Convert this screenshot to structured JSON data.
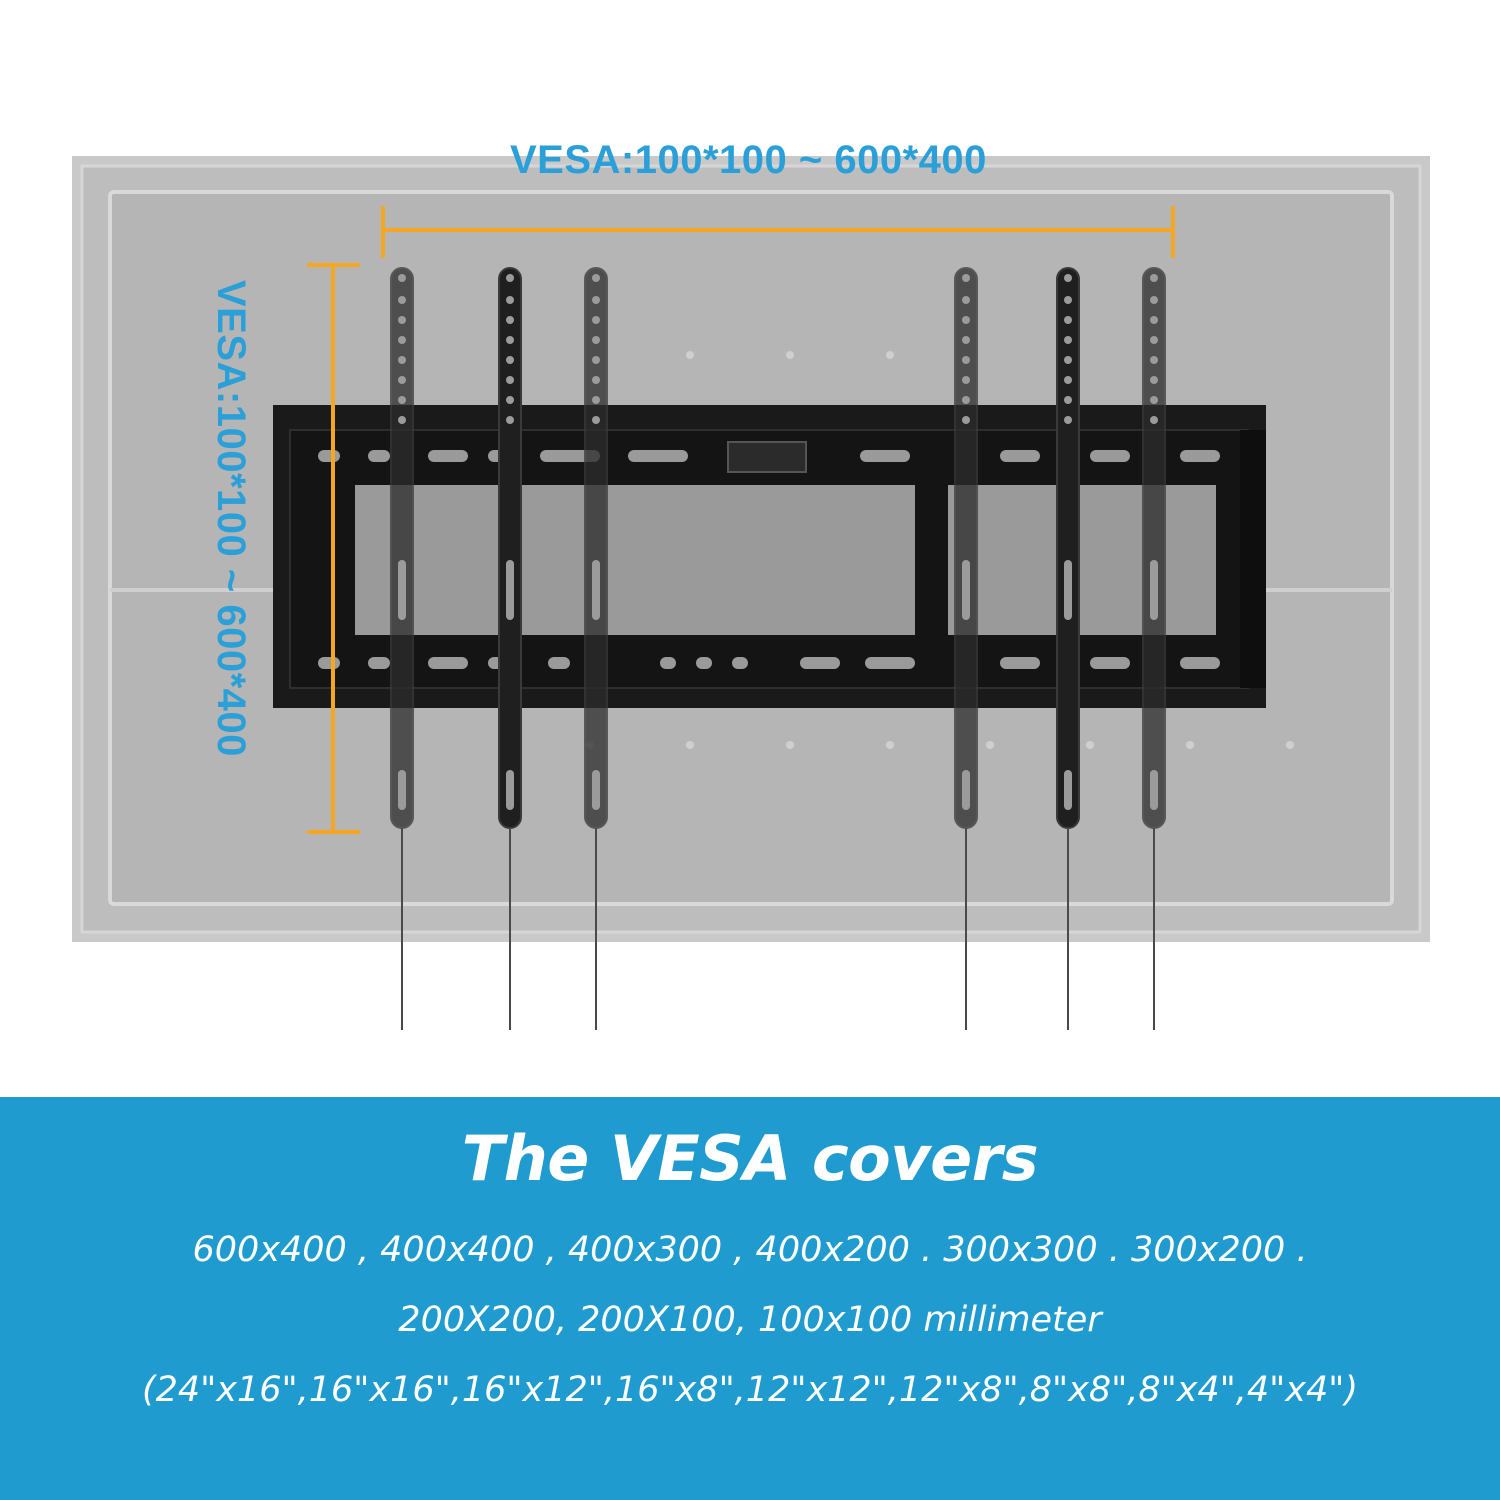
{
  "vesa_horizontal_label": "VESA:100*100 ~ 600*400",
  "vesa_vertical_label": "VESA:100*100 ~ 600*400",
  "info": {
    "title": "The VESA covers",
    "line1": "600x400 , 400x400 , 400x300 , 400x200 . 300x300 . 300x200 .",
    "line2": "200X200, 200X100, 100x100 millimeter",
    "line3": "(24\"x16\",16\"x16\",16\"x12\",16\"x8\",12\"x12\",12\"x8\",8\"x8\",8\"x4\",4\"x4\")"
  },
  "colors": {
    "label_blue": "#2a9fd8",
    "dimension_orange": "#f5a623",
    "panel_blue": "#1f9bd0",
    "tv_gray": "#b8b8b8",
    "bracket_black": "#1a1a1a"
  }
}
